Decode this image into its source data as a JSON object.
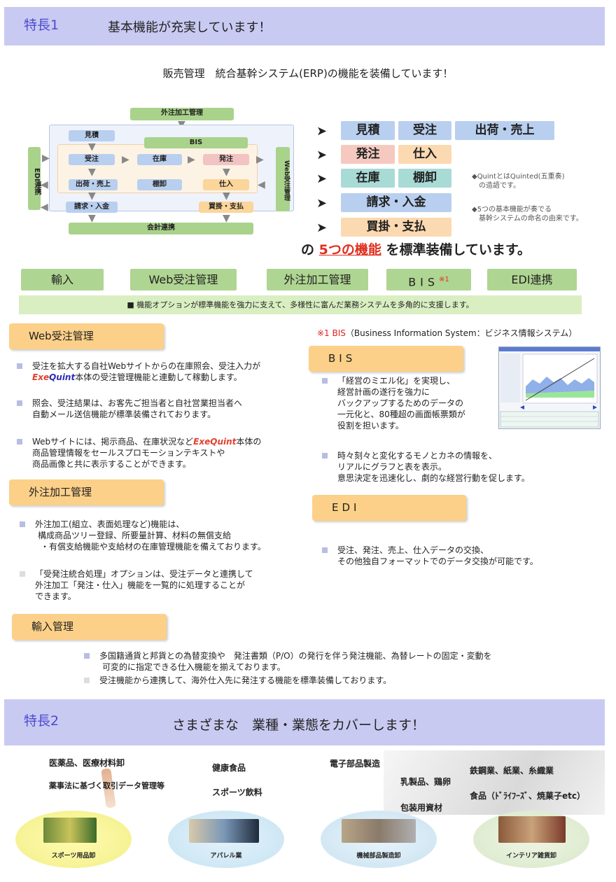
{
  "feature1": {
    "tag": "特長1",
    "title": "基本機能が充実しています！"
  },
  "intro": "販売管理　統合基幹システム(ERP)の機能を装備しています！",
  "diagram": {
    "outsource": "外注加工管理",
    "bis": "BIS",
    "edi": "EDI連携",
    "web": "Web受注管理",
    "quote": "見積",
    "order": "受注",
    "ship": "出荷・売上",
    "stock": "在庫",
    "inventory": "棚卸",
    "purchase": "発注",
    "receive": "仕入",
    "billing": "請求・入金",
    "payable": "買掛・支払",
    "accounting": "会計連携"
  },
  "functions": {
    "row1": [
      "見積",
      "受注",
      "出荷・売上"
    ],
    "row2": [
      "発注",
      "仕入"
    ],
    "row3": [
      "在庫",
      "棚卸"
    ],
    "row4": [
      "請求・入金"
    ],
    "row5": [
      "買掛・支払"
    ]
  },
  "notes": {
    "n1a": "◆QuintとはQuinted(五重奏)",
    "n1b": "の造語です。",
    "n2a": "◆5つの基本機能が奏でる",
    "n2b": "基幹システムの命名の由来です。"
  },
  "tagline": {
    "pre": "の ",
    "em": "5つの機能",
    "post": " を標準装備しています。"
  },
  "options": {
    "items": [
      "輸入",
      "Web受注管理",
      "外注加工管理",
      "BIS",
      "EDI連携"
    ],
    "bis_mark": "※1",
    "bar": "■ 機能オプションが標準機能を強力に支えて、多様性に富んだ業務システムを多角的に支援します。"
  },
  "web": {
    "head": "Web受注管理",
    "b1a": "受注を拡大する自社Webサイトからの在庫照会、受注入力が",
    "b1b": "本体の受注管理機能と連動して稼動します。",
    "b2a": "照会、受注結果は、お客先ご担当者と自社営業担当者へ",
    "b2b": "自動メール送信機能が標準装備されております。",
    "b3a": "Webサイトには、掲示商品、在庫状況など",
    "b3a2": "本体の",
    "b3b": "商品管理情報をセールスプロモーションテキストや",
    "b3c": "商品画像と共に表示することができます。",
    "brand_pre": "Exe",
    "brand_post": "Quint"
  },
  "outsource": {
    "head": "外注加工管理",
    "b1a": "外注加工(組立、表面処理など)機能は、",
    "b1b": "構成商品ツリー登録、所要量計算、材料の無償支給",
    "b1c": "・有償支給機能や支給材の在庫管理機能を備えております。",
    "b2a": "「受発注統合処理」オプションは、受注データと連携して",
    "b2b": "外注加工「発注・仕入」機能を一覧的に処理することが",
    "b2c": "できます。"
  },
  "bis": {
    "note_mark": "※1 BIS",
    "note_text": "（Business Information System：ビジネス情報システム）",
    "head": "BIS",
    "b1a": "「経営のミエル化」を実現し、",
    "b1b": "経営計画の遂行を強力に",
    "b1c": "バックアップするためのデータの",
    "b1d": "一元化と、80種超の画面帳票類が",
    "b1e": "役割を担います。",
    "b2a": "時々刻々と変化するモノとカネの情報を、",
    "b2b": "リアルにグラフと表を表示。",
    "b2c": "意思決定を迅速化し、劇的な経営行動を促します。"
  },
  "edi": {
    "head": "EDI",
    "b1a": "受注、発注、売上、仕入データの交換、",
    "b1b": "その他独自フォーマットでのデータ交換が可能です。"
  },
  "import": {
    "head": "輸入管理",
    "b1a": "多国籍通貨と邦貨との為替変換や　発注書類（P/O）の発行を伴う発注機能、為替レートの固定・変動を",
    "b1b": "可変的に指定できる仕入機能を揃えております。",
    "b2": "受注機能から連携して、海外仕入先に発注する機能を標準装備しております。"
  },
  "feature2": {
    "tag": "特長2",
    "title": "さまざまな　業種・業態をカバーします！"
  },
  "industries": {
    "pharma": "医薬品、医療材料卸",
    "pharma_sub": "薬事法に基づく取引データ管理等",
    "health": "健康食品",
    "sports_drink": "スポーツ飲料",
    "electronics": "電子部品製造",
    "dairy": "乳製品、鶏卵",
    "packaging": "包装用資材",
    "steel": "鉄鋼業、紙業、糸織業",
    "food": "食品（ﾄﾞﾗｲﾌｰｽﾞ、焼菓子etc）",
    "sporting_goods": "スポーツ用品卸",
    "apparel": "アパレル業",
    "machine_parts": "機械部品製造卸",
    "interior": "インテリア雑貨卸"
  },
  "colors": {
    "band": "#c9caf2",
    "option": "#afd592",
    "section": "#fcd088",
    "accent_red": "#e03020"
  }
}
